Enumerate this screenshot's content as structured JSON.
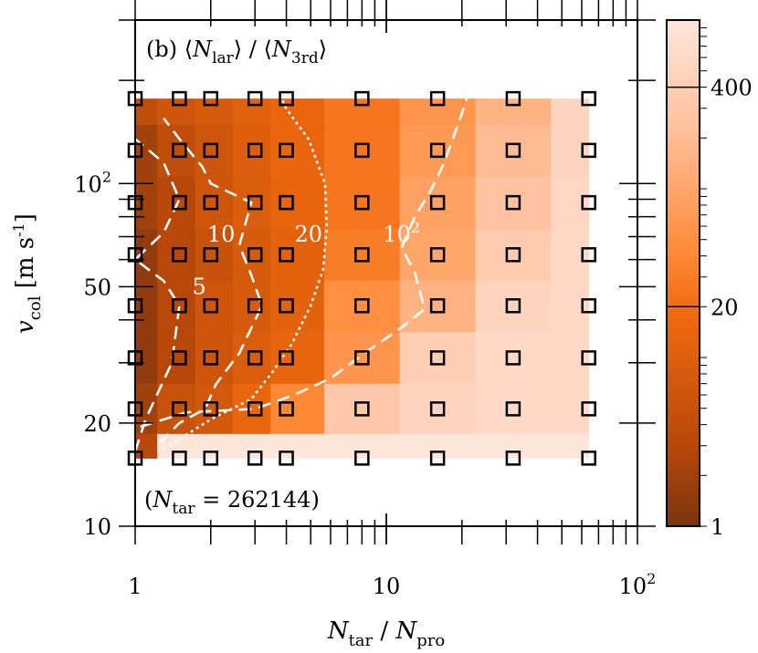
{
  "chart_data": {
    "type": "heatmap",
    "title": "(b) ⟨N_lar⟩ / ⟨N_3rd⟩",
    "annotation": "(N_tar = 262144)",
    "xlabel": "N_tar / N_pro",
    "ylabel": "v_col [m s⁻¹]",
    "x_scale": "log",
    "y_scale": "log",
    "xlim": [
      1,
      100
    ],
    "ylim": [
      10,
      300
    ],
    "x_tick_labels": [
      {
        "value": 1,
        "label": "1"
      },
      {
        "value": 10,
        "label": "10"
      },
      {
        "value": 100,
        "label": "10",
        "sup": "2"
      }
    ],
    "y_tick_labels": [
      {
        "value": 10,
        "label": "10"
      },
      {
        "value": 20,
        "label": "20"
      },
      {
        "value": 50,
        "label": "50"
      },
      {
        "value": 100,
        "label": "10",
        "sup": "2"
      }
    ],
    "colorbar": {
      "scale": "log",
      "range": [
        1,
        1000
      ],
      "tick_labels": [
        {
          "value": 1,
          "label": "1"
        },
        {
          "value": 20,
          "label": "20"
        },
        {
          "value": 400,
          "label": "400"
        }
      ],
      "colors": [
        "#7a3410",
        "#b5470a",
        "#f06a0f",
        "#ff8c3a",
        "#ffc3a2",
        "#ffe6da"
      ]
    },
    "x_values": [
      1,
      1.5,
      2,
      3,
      4,
      8,
      16,
      32,
      64
    ],
    "y_values": [
      15.8,
      22,
      31,
      44,
      62,
      88,
      125,
      177
    ],
    "grid_values": [
      [
        3,
        1000,
        1000,
        1000,
        1000,
        1000,
        1000,
        1000,
        1000
      ],
      [
        2,
        5,
        7,
        15,
        40,
        300,
        500,
        600,
        600
      ],
      [
        1.5,
        3,
        6,
        9,
        14,
        60,
        400,
        600,
        600
      ],
      [
        1.5,
        3,
        6,
        8,
        12,
        50,
        150,
        500,
        600
      ],
      [
        1.5,
        3,
        5,
        8,
        12,
        30,
        100,
        350,
        600
      ],
      [
        2,
        3,
        6,
        9,
        14,
        25,
        90,
        250,
        550
      ],
      [
        2,
        4,
        6,
        10,
        15,
        25,
        70,
        200,
        500
      ],
      [
        4,
        6,
        8,
        11,
        15,
        25,
        60,
        150,
        500
      ]
    ],
    "contours": [
      {
        "label": "5",
        "style": "dashed",
        "level": 5,
        "points": [
          [
            1.0,
            16.5
          ],
          [
            1.1,
            20.5
          ],
          [
            1.4,
            30
          ],
          [
            1.5,
            44
          ],
          [
            1.3,
            52
          ],
          [
            1.0,
            60
          ],
          [
            1.3,
            72
          ],
          [
            1.5,
            90
          ],
          [
            1.3,
            115
          ],
          [
            1.0,
            135
          ]
        ]
      },
      {
        "label": "10",
        "style": "dashed",
        "level": 10,
        "points": [
          [
            1.25,
            17.5
          ],
          [
            1.5,
            20
          ],
          [
            1.9,
            22
          ],
          [
            2.1,
            26
          ],
          [
            2.6,
            32
          ],
          [
            3.2,
            44
          ],
          [
            2.9,
            54
          ],
          [
            2.6,
            66
          ],
          [
            2.9,
            88
          ],
          [
            2.0,
            100
          ],
          [
            1.85,
            112
          ],
          [
            1.5,
            135
          ],
          [
            1.3,
            155
          ]
        ]
      },
      {
        "label": "20",
        "style": "dotted",
        "level": 20,
        "points": [
          [
            1.3,
            16.8
          ],
          [
            2.0,
            20.5
          ],
          [
            2.9,
            23.5
          ],
          [
            3.5,
            28
          ],
          [
            4.2,
            34
          ],
          [
            5.0,
            44
          ],
          [
            5.6,
            56
          ],
          [
            5.8,
            75
          ],
          [
            5.7,
            100
          ],
          [
            4.9,
            135
          ],
          [
            4.0,
            165
          ],
          [
            3.8,
            180
          ]
        ]
      },
      {
        "label": "10",
        "label_sup": "2",
        "style": "dashed",
        "level": 100,
        "points": [
          [
            1.05,
            19.5
          ],
          [
            1.6,
            21.5
          ],
          [
            3.0,
            22
          ],
          [
            4.2,
            24
          ],
          [
            6.0,
            27
          ],
          [
            8.2,
            32
          ],
          [
            11.5,
            38
          ],
          [
            14.2,
            43
          ],
          [
            13.0,
            55
          ],
          [
            11.5,
            65
          ],
          [
            13.0,
            80
          ],
          [
            15.0,
            95
          ],
          [
            17.0,
            115
          ],
          [
            20.0,
            160
          ],
          [
            21.0,
            178
          ]
        ]
      }
    ],
    "contour_label_positions": [
      {
        "text": "5",
        "x": 1.8,
        "y": 50
      },
      {
        "text": "10",
        "x": 2.2,
        "y": 71
      },
      {
        "text": "20",
        "x": 4.9,
        "y": 71
      },
      {
        "text": "10",
        "sup": "2",
        "x": 11.5,
        "y": 71
      }
    ]
  }
}
